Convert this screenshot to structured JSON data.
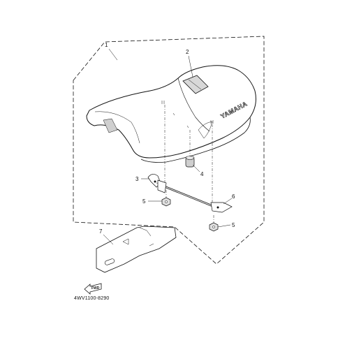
{
  "callouts": {
    "c1": "1",
    "c2": "2",
    "c3": "3",
    "c4": "4",
    "c5a": "5",
    "c5b": "5",
    "c6": "6",
    "c7": "7"
  },
  "seat_brand": "YAMAHA",
  "direction_label": "FWD",
  "diagram_code": "4WV1100-8290",
  "colors": {
    "line": "#111111",
    "fill": "#ffffff",
    "shade": "#cfcfcf"
  }
}
